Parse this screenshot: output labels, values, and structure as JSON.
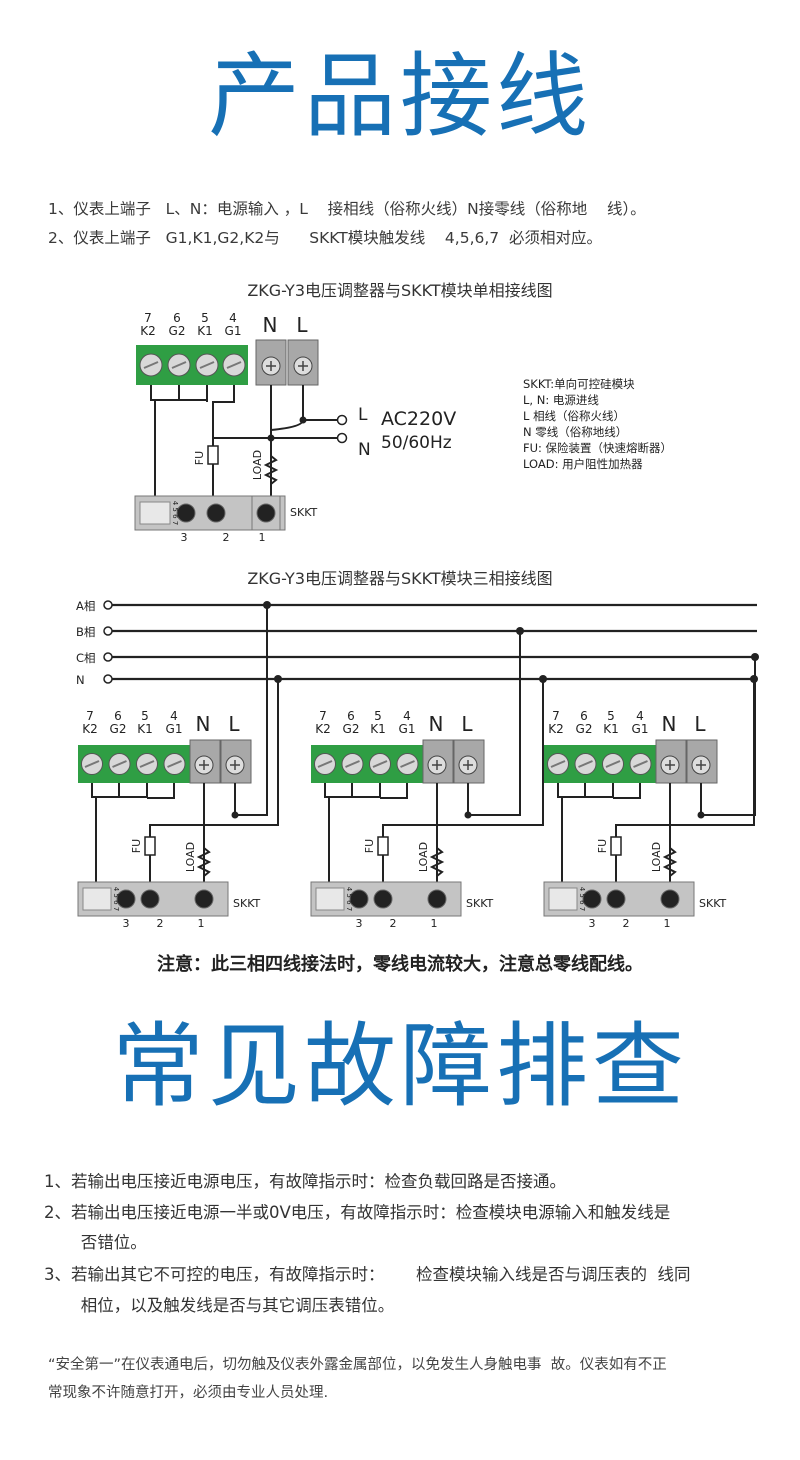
{
  "wiring_section": {
    "title": "产品接线",
    "instructions": [
      "1、仪表上端子   L、N：电源输入 ，L    接相线（俗称火线）N接零线（俗称地    线）。",
      "2、仪表上端子   G1,K1,G2,K2与      SKKT模块触发线    4,5,6,7  必须相对应。"
    ]
  },
  "single_phase": {
    "caption": "ZKG-Y3电压调整器与SKKT模块单相接线图",
    "terminal_numbers": [
      "7",
      "6",
      "5",
      "4"
    ],
    "terminal_labels": [
      "K2",
      "G2",
      "K1",
      "G1"
    ],
    "n_label": "N",
    "l_label": "L",
    "supply_l": "L",
    "supply_n": "N",
    "supply_voltage": "AC220V",
    "supply_freq": "50/60Hz",
    "fu_label": "FU",
    "load_label": "LOAD",
    "skkt_label": "SKKT",
    "skkt_pins": [
      "3",
      "2",
      "1"
    ],
    "skkt_side_digits": "4 5 6 7",
    "legend": [
      "SKKT:单向可控硅模块",
      "L, N: 电源进线",
      "L  相线（俗称火线）",
      "N 零线（俗称地线）",
      "FU: 保险装置（快速熔断器）",
      "LOAD: 用户阻性加热器"
    ]
  },
  "three_phase": {
    "caption": "ZKG-Y3电压调整器与SKKT模块三相接线图",
    "bus_labels": [
      "A相",
      "B相",
      "C相",
      "N"
    ],
    "terminal_numbers": [
      "7",
      "6",
      "5",
      "4"
    ],
    "terminal_labels": [
      "K2",
      "G2",
      "K1",
      "G1"
    ],
    "n_label": "N",
    "l_label": "L",
    "fu_label": "FU",
    "load_label": "LOAD",
    "skkt_label": "SKKT",
    "skkt_pins": [
      "3",
      "2",
      "1"
    ],
    "skkt_side_digits": "4 5 6 7"
  },
  "note": "注意：此三相四线接法时，零线电流较大，注意总零线配线。",
  "troubleshooting_section": {
    "title": "常见故障排查",
    "items": [
      "1、若输出电压接近电源电压，有故障指示时：检查负载回路是否接通。",
      "2、若输出电压接近电源一半或0V电压，有故障指示时：检查模块电源输入和触发线是",
      "       否错位。",
      "3、若输出其它不可控的电压，有故障指示时：      检查模块输入线是否与调压表的  线同",
      "       相位，以及触发线是否与其它调压表错位。"
    ]
  },
  "safety": [
    "“安全第一”在仪表通电后，切勿触及仪表外露金属部位，以免发生人身触电事  故。仪表如有不正",
    "常现象不许随意打开，必须由专业人员处理."
  ],
  "colors": {
    "title_blue": "#1770b5",
    "terminal_green": "#2f9e44",
    "terminal_grey": "#a8a8a8"
  }
}
